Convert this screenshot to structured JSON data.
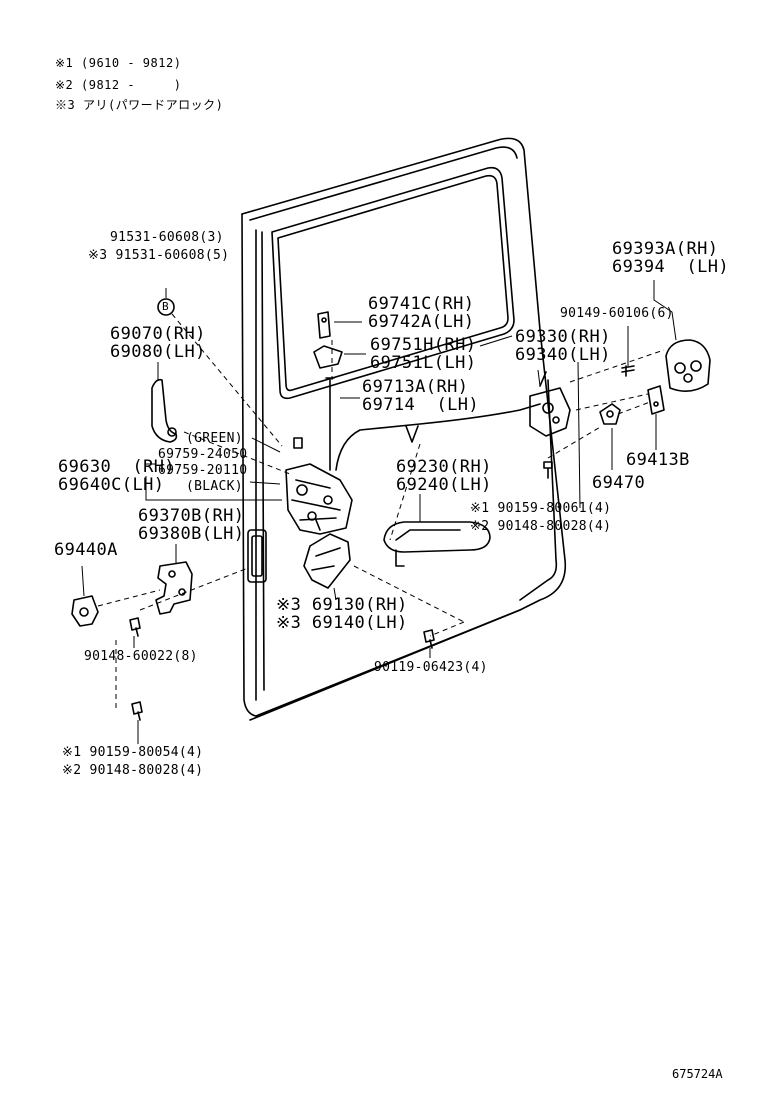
{
  "notes": {
    "n1": "※1 (9610 - 9812)",
    "n2": "※2 (9812 -     )",
    "n3": "※3 アリ(パワードアロック)"
  },
  "callout_b": "B",
  "labels": {
    "l91531a": "91531-60608(3)",
    "l91531b": "※3 91531-60608(5)",
    "l69393a": "69393A(RH)",
    "l69394": "69394  (LH)",
    "l90149": "90149-60106(6)",
    "l69741c": "69741C(RH)",
    "l69742a": "69742A(LH)",
    "l69070": "69070(RH)",
    "l69080": "69080(LH)",
    "l69751h": "69751H(RH)",
    "l69751l": "69751L(LH)",
    "l69330": "69330(RH)",
    "l69340": "69340(LH)",
    "l69713a": "69713A(RH)",
    "l69714": "69714  (LH)",
    "lgreen": "(GREEN)",
    "l24050": "69759-24050",
    "l20110": "69759-20110",
    "lblack": "(BLACK)",
    "l69630": "69630  (RH)",
    "l69640c": "69640C(LH)",
    "l69413b": "69413B",
    "l69230": "69230(RH)",
    "l69240": "69240(LH)",
    "l69470": "69470",
    "l90159a": "※1 90159-80061(4)",
    "l90148a": "※2 90148-80028(4)",
    "l69370b": "69370B(RH)",
    "l69380b": "69380B(LH)",
    "l69440a": "69440A",
    "l69130": "※3 69130(RH)",
    "l69140": "※3 69140(LH)",
    "l90148b": "90148-60022(8)",
    "l90119": "90119-06423(4)",
    "l90159b": "※1 90159-80054(4)",
    "l90148c": "※2 90148-80028(4)"
  },
  "ref_code": "675724A"
}
